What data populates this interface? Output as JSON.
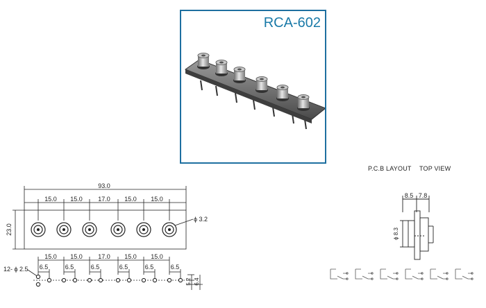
{
  "title": "RCA-602",
  "pcb_header": {
    "layout": "P.C.B LAYOUT",
    "view": "TOP VIEW"
  },
  "dims": {
    "overall_width": "93.0",
    "height": "23.0",
    "pitches_top": [
      "15.0",
      "15.0",
      "17.0",
      "15.0",
      "15.0"
    ],
    "jack_dia": "ϕ 3.2",
    "pitches_bottom": [
      "15.0",
      "15.0",
      "17.0",
      "15.0",
      "15.0"
    ],
    "pin_offsets": [
      "6.5",
      "6.5",
      "6.5",
      "6.5",
      "6.5",
      "6.5"
    ],
    "hole_spec": "12- ϕ 2.5",
    "vert_a": "5.2",
    "vert_b": "6.4",
    "side_a": "8.5",
    "side_b": "7.8",
    "side_dia": "ϕ 8.3"
  },
  "colors": {
    "accent": "#1a7aa8",
    "frame": "#1d6fa0",
    "line": "#222222"
  }
}
